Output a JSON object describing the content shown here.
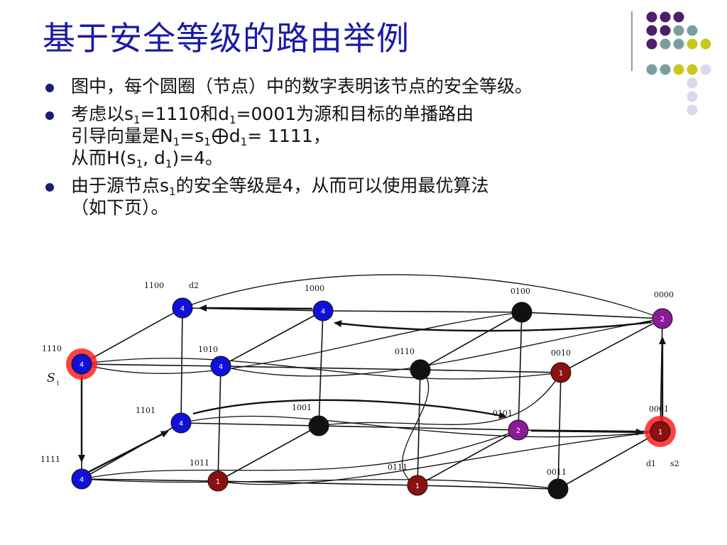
{
  "slide": {
    "title": "基于安全等级的路由举例",
    "bullets": [
      {
        "text": "图中，每个圆圈（节点）中的数字表明该节点的安全等级。"
      },
      {
        "line1_a": "考虑以s",
        "line1_b": "=1110和d",
        "line1_c": "=0001为源和目标的单播路由",
        "line2_a": "引导向量是N",
        "line2_b": "=s",
        "line2_c": "d",
        "line2_d": "= 1111，",
        "line3_a": "从而H(s",
        "line3_b": ", d",
        "line3_c": ")=4。",
        "sub": "1"
      },
      {
        "line1_a": "由于源节点s",
        "line1_b": "的安全等级是4，从而可以使用最优算法",
        "line2": "（如下页）。",
        "sub": "1"
      }
    ]
  },
  "colors": {
    "title": "#1a1aa6",
    "blue": "#1010d8",
    "black": "#111111",
    "maroon": "#8b1010",
    "purple": "#8b1a96",
    "highlight": "#ff2020",
    "dot_purple": "#4b2068",
    "dot_teal": "#7a9e9e",
    "dot_yellow": "#c8c81a",
    "dot_lavender": "#d8d8f0"
  },
  "diagram": {
    "nodes": [
      {
        "id": "1100",
        "label": "1100",
        "value": "4",
        "color": "blue"
      },
      {
        "id": "1000",
        "label": "1000",
        "value": "4",
        "color": "blue"
      },
      {
        "id": "0100",
        "label": "0100",
        "value": "",
        "color": "black"
      },
      {
        "id": "0000",
        "label": "0000",
        "value": "2",
        "color": "purple"
      },
      {
        "id": "1110",
        "label": "1110",
        "value": "4",
        "color": "blue",
        "highlight": true
      },
      {
        "id": "1010",
        "label": "1010",
        "value": "4",
        "color": "blue"
      },
      {
        "id": "0110",
        "label": "0110",
        "value": "",
        "color": "black"
      },
      {
        "id": "0010",
        "label": "0010",
        "value": "1",
        "color": "maroon"
      },
      {
        "id": "1101",
        "label": "1101",
        "value": "4",
        "color": "blue"
      },
      {
        "id": "1001",
        "label": "1001",
        "value": "",
        "color": "black"
      },
      {
        "id": "0101",
        "label": "0101",
        "value": "2",
        "color": "purple"
      },
      {
        "id": "0001",
        "label": "0001",
        "value": "1",
        "color": "maroon",
        "highlight": true
      },
      {
        "id": "1111",
        "label": "1111",
        "value": "4",
        "color": "blue"
      },
      {
        "id": "1011",
        "label": "1011",
        "value": "1",
        "color": "maroon"
      },
      {
        "id": "0111",
        "label": "0111",
        "value": "1",
        "color": "maroon"
      },
      {
        "id": "0011",
        "label": "0011",
        "value": "",
        "color": "black"
      }
    ],
    "extra_labels": {
      "d2": "d2",
      "s1_sym": "S",
      "s1_sub": "1",
      "d1": "d1",
      "s2": "s2"
    }
  }
}
